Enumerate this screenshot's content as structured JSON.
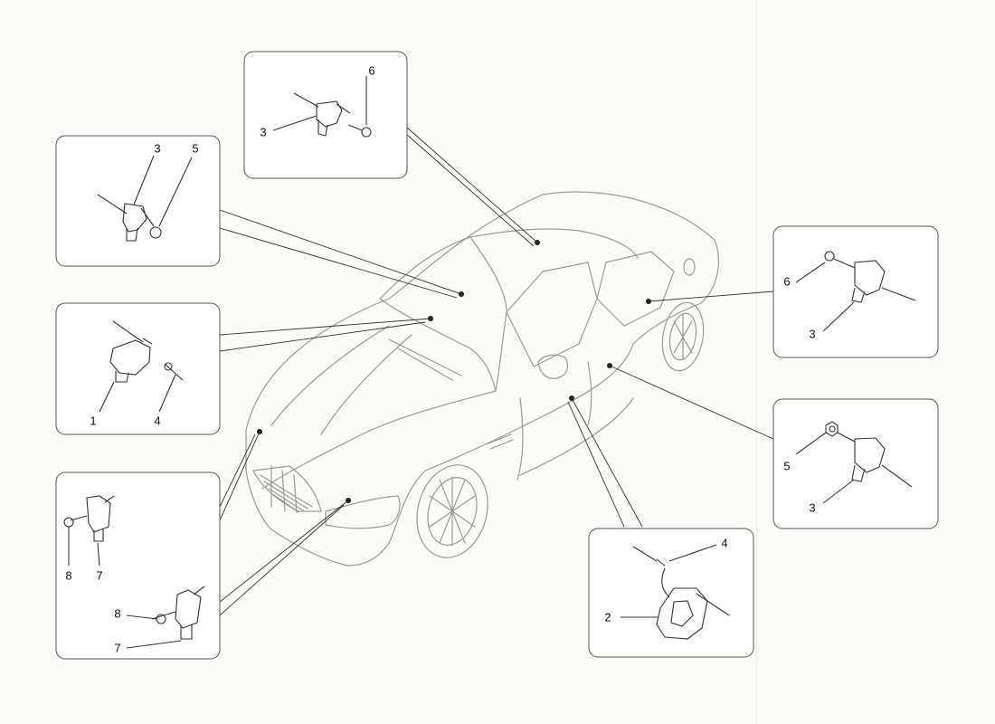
{
  "diagram": {
    "boxes": [
      {
        "id": "top-roof-sensor",
        "labels": [
          "6",
          "3"
        ]
      },
      {
        "id": "left-upper-sensor",
        "labels": [
          "3",
          "5"
        ]
      },
      {
        "id": "left-middle-sensor",
        "labels": [
          "1",
          "4"
        ]
      },
      {
        "id": "left-lower-sensors",
        "labels": [
          "8",
          "7",
          "8",
          "7"
        ]
      },
      {
        "id": "right-upper-sensor",
        "labels": [
          "6",
          "3"
        ]
      },
      {
        "id": "right-middle-sensor",
        "labels": [
          "5",
          "3"
        ]
      },
      {
        "id": "right-lower-sensor",
        "labels": [
          "4",
          "2"
        ]
      }
    ]
  },
  "colors": {
    "line": "#333333",
    "car_line": "#9a9a9a",
    "box_border": "#555555",
    "background": "#fbfbf8"
  }
}
